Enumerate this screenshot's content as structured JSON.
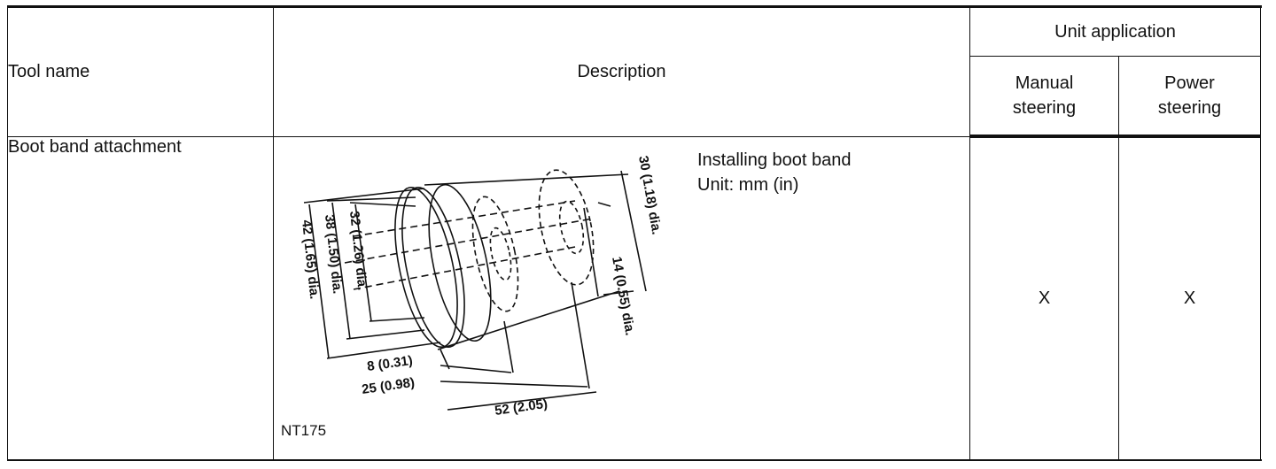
{
  "table": {
    "headers": {
      "tool_name": "Tool name",
      "description": "Description",
      "unit_application": "Unit application",
      "manual_line1": "Manual",
      "manual_line2": "steering",
      "power_line1": "Power",
      "power_line2": "steering"
    },
    "rows": [
      {
        "tool_name": "Boot band attachment",
        "purpose": "Installing boot band",
        "unit": "Unit: mm (in)",
        "figure_code": "NT175",
        "manual": "X",
        "power": "X",
        "dimensions": {
          "d42": "42 (1.65) dia.",
          "d38": "38 (1.50) dia.",
          "d32": "32 (1.26) dia.",
          "d30": "30 (1.18) dia.",
          "d14": "14 (0.55) dia.",
          "l8": "8 (0.31)",
          "l25": "25 (0.98)",
          "l52": "52 (2.05)"
        }
      }
    ]
  }
}
